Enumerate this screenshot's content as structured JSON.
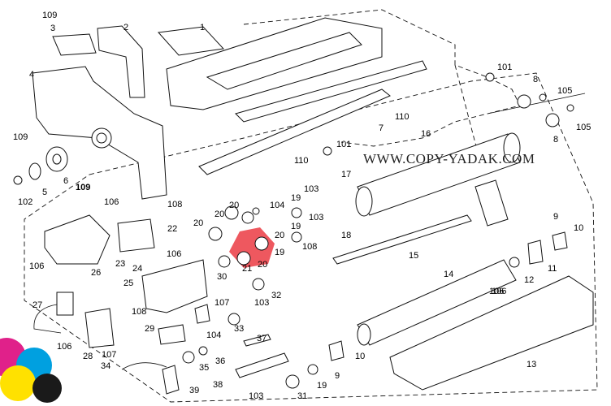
{
  "watermark": "WWW.COPY-YADAK.COM",
  "highlight_color": "#e8202a",
  "callouts": [
    {
      "id": "c109a",
      "text": "109"
    },
    {
      "id": "c3",
      "text": "3"
    },
    {
      "id": "c2",
      "text": "2"
    },
    {
      "id": "c1",
      "text": "1"
    },
    {
      "id": "c4",
      "text": "4"
    },
    {
      "id": "c109b",
      "text": "109"
    },
    {
      "id": "c6",
      "text": "6"
    },
    {
      "id": "c5",
      "text": "5"
    },
    {
      "id": "c102",
      "text": "102"
    },
    {
      "id": "c109c",
      "text": "109"
    },
    {
      "id": "c110a",
      "text": "110"
    },
    {
      "id": "c110b",
      "text": "110"
    },
    {
      "id": "c7",
      "text": "7"
    },
    {
      "id": "c101a",
      "text": "101"
    },
    {
      "id": "c101b",
      "text": "101"
    },
    {
      "id": "c8a",
      "text": "8"
    },
    {
      "id": "c105a",
      "text": "105"
    },
    {
      "id": "c105b",
      "text": "105"
    },
    {
      "id": "c8b",
      "text": "8"
    },
    {
      "id": "c16",
      "text": "16"
    },
    {
      "id": "c17",
      "text": "17"
    },
    {
      "id": "c103a",
      "text": "103"
    },
    {
      "id": "c19a",
      "text": "19"
    },
    {
      "id": "c103b",
      "text": "103"
    },
    {
      "id": "c19b",
      "text": "19"
    },
    {
      "id": "c18",
      "text": "18"
    },
    {
      "id": "c108a",
      "text": "108"
    },
    {
      "id": "c106a",
      "text": "106"
    },
    {
      "id": "c104a",
      "text": "104"
    },
    {
      "id": "c20a",
      "text": "20"
    },
    {
      "id": "c20b",
      "text": "20"
    },
    {
      "id": "c20c",
      "text": "20"
    },
    {
      "id": "c20d",
      "text": "20"
    },
    {
      "id": "c20e",
      "text": "20"
    },
    {
      "id": "c21",
      "text": "21"
    },
    {
      "id": "c19c",
      "text": "19"
    },
    {
      "id": "c22",
      "text": "22"
    },
    {
      "id": "c23",
      "text": "23"
    },
    {
      "id": "c24",
      "text": "24"
    },
    {
      "id": "c106b",
      "text": "106"
    },
    {
      "id": "c106c",
      "text": "106"
    },
    {
      "id": "c26",
      "text": "26"
    },
    {
      "id": "c25",
      "text": "25"
    },
    {
      "id": "c108b",
      "text": "108"
    },
    {
      "id": "c15",
      "text": "15"
    },
    {
      "id": "c9a",
      "text": "9"
    },
    {
      "id": "c10a",
      "text": "10"
    },
    {
      "id": "c11",
      "text": "11"
    },
    {
      "id": "c12",
      "text": "12"
    },
    {
      "id": "c14",
      "text": "14"
    },
    {
      "id": "c30",
      "text": "30"
    },
    {
      "id": "c32",
      "text": "32"
    },
    {
      "id": "c103c",
      "text": "103"
    },
    {
      "id": "c107a",
      "text": "107"
    },
    {
      "id": "c27",
      "text": "27"
    },
    {
      "id": "c108c",
      "text": "108"
    },
    {
      "id": "c29",
      "text": "29"
    },
    {
      "id": "c104b",
      "text": "104"
    },
    {
      "id": "c33",
      "text": "33"
    },
    {
      "id": "c37",
      "text": "37"
    },
    {
      "id": "c106d",
      "text": "106"
    },
    {
      "id": "c106e",
      "text": "106"
    },
    {
      "id": "c28",
      "text": "28"
    },
    {
      "id": "c107b",
      "text": "107"
    },
    {
      "id": "c34",
      "text": "34"
    },
    {
      "id": "c35",
      "text": "35"
    },
    {
      "id": "c36",
      "text": "36"
    },
    {
      "id": "c38",
      "text": "38"
    },
    {
      "id": "c39",
      "text": "39"
    },
    {
      "id": "c9b",
      "text": "9"
    },
    {
      "id": "c10b",
      "text": "10"
    },
    {
      "id": "c19d",
      "text": "19"
    },
    {
      "id": "c103d",
      "text": "103"
    },
    {
      "id": "c31",
      "text": "31"
    },
    {
      "id": "c13",
      "text": "13"
    },
    {
      "id": "c106f",
      "text": "106"
    }
  ]
}
